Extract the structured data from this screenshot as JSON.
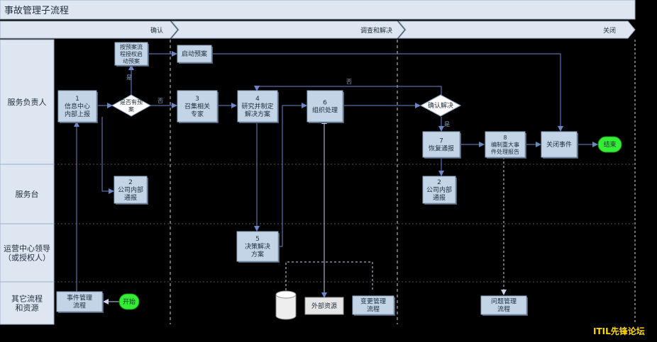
{
  "title": "事故管理子流程",
  "phases": [
    "确认",
    "调查和解决",
    "关闭"
  ],
  "lanes": [
    "服务负责人",
    "服务台",
    "运营中心领导\n（或授权人）",
    "其它流程\n和资源"
  ],
  "nodes": {
    "n1": "1\n信息中心\n内部上报",
    "decision1": "是否有预\n案",
    "plan": "按预案流\n程授权启\n动预案",
    "start_plan": "启动预案",
    "n3": "3\n召集相关\n专家",
    "n4": "4\n研究并制定\n解决方案",
    "n6": "6\n组织处理",
    "decision2": "确认解决",
    "n7": "7\n恢复通报",
    "n8": "8\n编制重大事\n件处理报告",
    "close_event": "关闭事件",
    "end": "结束",
    "n2a": "2\n公司内部\n通报",
    "n2b": "2\n公司内部\n通报",
    "n5": "5\n决策解决\n方案",
    "incident_proc": "事件管理\n流程",
    "start": "开始",
    "external": "外部资源",
    "change_proc": "变更管理\n流程",
    "problem_proc": "问题管理\n流程"
  },
  "labels": {
    "yes1": "是",
    "no1": "否",
    "yes2": "是",
    "no2": "否",
    "watermark": "ITIL先锋论坛"
  },
  "colors": {
    "background": "#000000",
    "header": "#dde6f1",
    "box": "#c3d4e7",
    "box_border": "#8ea5c0",
    "connector": "#6a86c9",
    "terminal": "#33ee33",
    "watermark": "#ffd800"
  }
}
